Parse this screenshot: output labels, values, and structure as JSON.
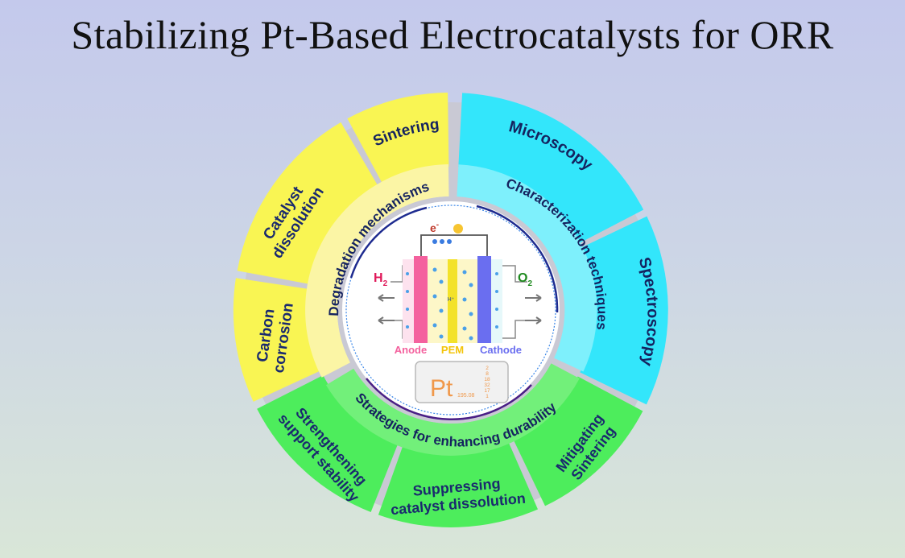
{
  "title": "Stabilizing Pt-Based Electrocatalysts for ORR",
  "inner_ring": {
    "degradation": "Degradation mechanisms",
    "characterization": "Characterization techniques",
    "strategies": "Strategies for enhancing durability"
  },
  "outer_ring": {
    "sintering": "Sintering",
    "catalyst_dissolution": [
      "Catalyst",
      "dissolution"
    ],
    "carbon_corrosion": [
      "Carbon",
      "corrosion"
    ],
    "microscopy": "Microscopy",
    "spectroscopy": "Spectroscopy",
    "strengthening_support": [
      "Strengthening",
      "support stability"
    ],
    "suppressing_dissolution": [
      "Suppressing",
      "catalyst dissolution"
    ],
    "mitigating_sintering": [
      "Mitigating",
      "Sintering"
    ]
  },
  "fuel_cell": {
    "h2": "H",
    "h2_sub": "2",
    "o2": "O",
    "o2_sub": "2",
    "electron": "e",
    "electron_sup": "-",
    "anode": "Anode",
    "pem": "PEM",
    "cathode": "Cathode",
    "proton": "H⁺"
  },
  "element": {
    "symbol": "Pt",
    "mass": "195.08",
    "shells": [
      "2",
      "8",
      "18",
      "32",
      "17",
      "1"
    ]
  },
  "colors": {
    "yellow": "#f9f553",
    "cyan": "#33e6fb",
    "green": "#4ded5c",
    "light_yellow": "#fbf5a5",
    "light_cyan": "#7ef0fc",
    "light_green": "#72f07a",
    "anode": "#f4619e",
    "cathode": "#6a6ef0",
    "pem": "#f3e22a"
  }
}
